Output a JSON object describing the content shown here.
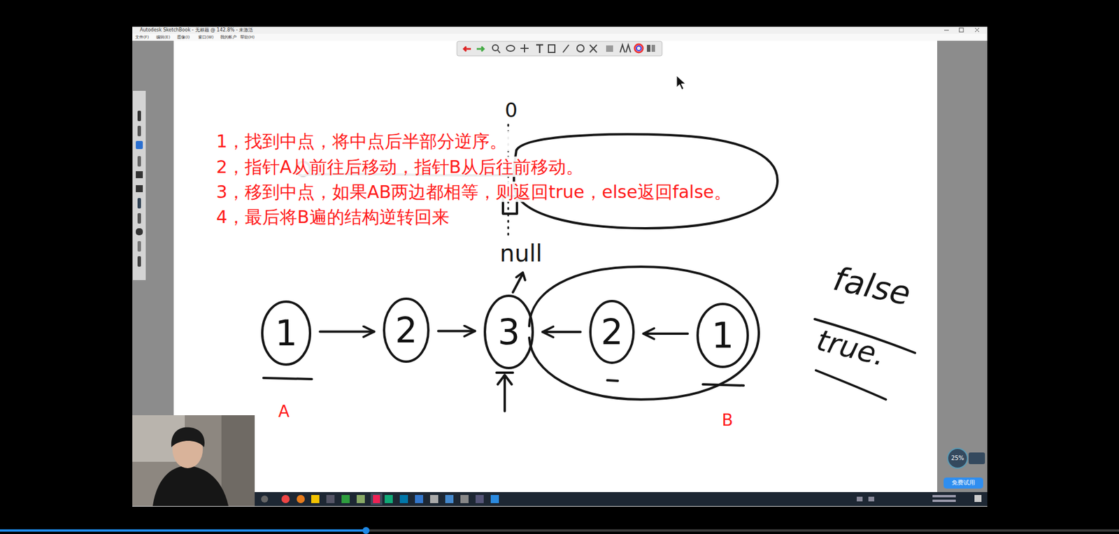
{
  "diagram": {
    "nodes": [
      {
        "text": [
          "1"
        ]
      },
      {
        "text": [
          "2"
        ]
      },
      {
        "text": [
          "3"
        ]
      },
      {
        "text": [
          "2"
        ]
      },
      {
        "text": [
          "1"
        ]
      }
    ],
    "edges": [
      {
        "from": 0,
        "to": 1,
        "arrow": "to"
      },
      {
        "from": 1,
        "to": 2,
        "arrow": "to"
      },
      {
        "from": 3,
        "to": 2,
        "arrow": "to"
      },
      {
        "from": 4,
        "to": 3,
        "arrow": "to"
      }
    ],
    "labels": [
      "Autodesk SketchBook - 无标题 @ 142.8% - 未激活",
      "文件(F)",
      "编辑(E)",
      "图像(I)",
      "窗口(W)",
      "我的帐户",
      "帮助(H)",
      "1，找到中点，将中点后半部分逆序。",
      "2，指针A从前往后移动，指针B从后往前移动。",
      "3，移到中点，如果AB两边都相等，则返回true，else返回false。",
      "4，最后将B遍的结构逆转回来",
      "0",
      "null",
      "A",
      "B",
      "false",
      "true.",
      "25%",
      "免费试用"
    ]
  }
}
